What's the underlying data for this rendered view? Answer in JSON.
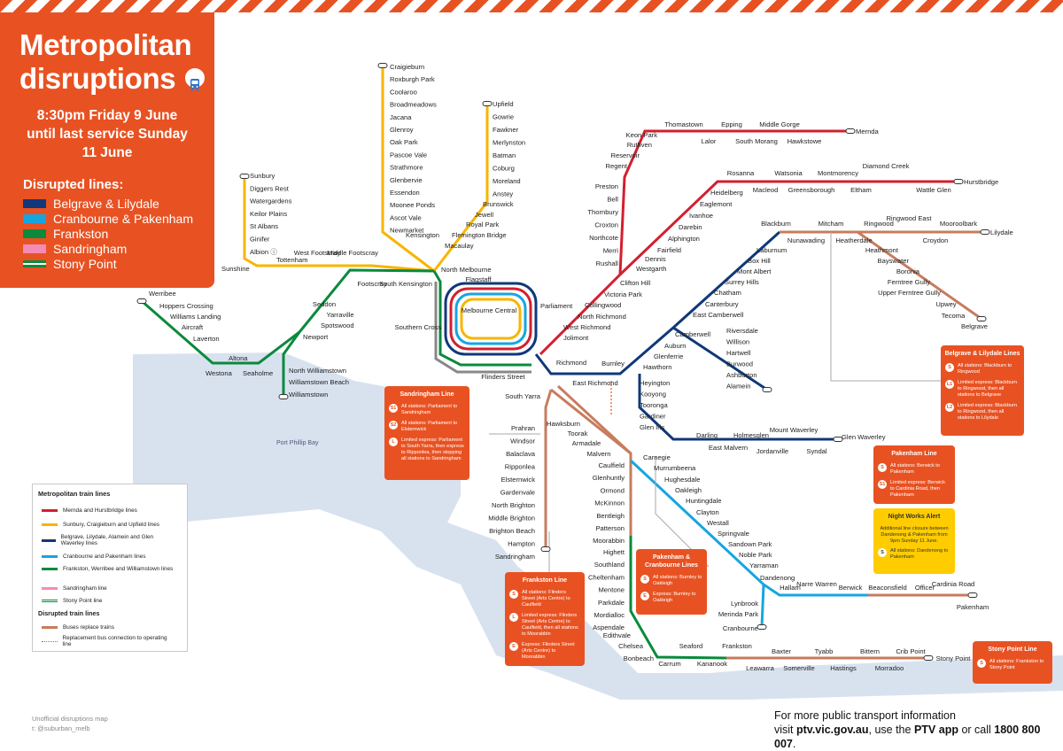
{
  "title": {
    "line1": "Metropolitan",
    "line2": "disruptions",
    "icon": "train-icon"
  },
  "schedule": {
    "line1": "8:30pm Friday 9 June",
    "line2": "until last service Sunday",
    "line3": "11 June"
  },
  "disrupted_lines": {
    "heading": "Disrupted lines:",
    "items": [
      {
        "label": "Belgrave & Lilydale",
        "color": "#10387a"
      },
      {
        "label": "Cranbourne & Pakenham",
        "color": "#17a5e0"
      },
      {
        "label": "Frankston",
        "color": "#0a8a3c"
      },
      {
        "label": "Sandringham",
        "color": "#f48bb6"
      },
      {
        "label": "Stony Point",
        "color": "#0a8a3c"
      }
    ]
  },
  "line_colors": {
    "mernda": "#d31f2f",
    "craigieburn": "#f7b500",
    "belgrave": "#10387a",
    "cranbourne": "#17a5e0",
    "frankston": "#0a8a3c",
    "sandringham": "#f48bb6",
    "bus": "#c77c5d",
    "brand": "#e85222",
    "water": "#d8e2ef"
  },
  "bay_label": "Port Phillip Bay",
  "stations": {
    "craigieburn": [
      "Craigieburn",
      "Roxburgh Park",
      "Coolaroo",
      "Broadmeadows",
      "Jacana",
      "Glenroy",
      "Oak Park",
      "Pascoe Vale",
      "Strathmore",
      "Glenbervie",
      "Essendon",
      "Moonee Ponds",
      "Ascot Vale",
      "Newmarket",
      "Kensington"
    ],
    "upfield": [
      "Upfield",
      "Gowrie",
      "Fawkner",
      "Merlynston",
      "Batman",
      "Coburg",
      "Moreland",
      "Anstey",
      "Brunswick",
      "Jewell",
      "Royal Park",
      "Flemington Bridge",
      "Macaulay"
    ],
    "sunbury": [
      "Sunbury",
      "Diggers Rest",
      "Watergardens",
      "Keilor Plains",
      "St Albans",
      "Ginifer",
      "Albion ⓘ",
      "Sunshine",
      "Tottenham",
      "West Footscray",
      "Middle Footscray",
      "Footscray",
      "South Kensington",
      "North Melbourne"
    ],
    "werribee": [
      "Werribee",
      "Hoppers Crossing",
      "Williams Landing",
      "Aircraft",
      "Laverton",
      "Altona",
      "Westona",
      "Seaholme",
      "Seddon",
      "Yarraville",
      "Spotswood",
      "Newport",
      "North Williamstown",
      "Williamstown Beach",
      "Williamstown"
    ],
    "city": [
      "Flagstaff",
      "Melbourne Central",
      "Parliament",
      "Southern Cross",
      "Flinders Street",
      "Richmond",
      "Jolimont",
      "West Richmond",
      "North Richmond",
      "Collingwood",
      "Victoria Park",
      "Clifton Hill"
    ],
    "mernda": [
      "Mernda",
      "Hawkstowe",
      "Middle Gorge",
      "South Morang",
      "Epping",
      "Lalor",
      "Thomastown",
      "Keon Park",
      "Ruthven",
      "Reservoir",
      "Regent",
      "Preston",
      "Bell",
      "Thornbury",
      "Croxton",
      "Northcote",
      "Merri",
      "Rushall"
    ],
    "hurstbridge": [
      "Hurstbridge",
      "Wattle Glen",
      "Diamond Creek",
      "Eltham",
      "Montmorency",
      "Greensborough",
      "Watsonia",
      "Macleod",
      "Rosanna",
      "Heidelberg",
      "Eaglemont",
      "Ivanhoe",
      "Darebin",
      "Alphington",
      "Fairfield",
      "Dennis",
      "Westgarth"
    ],
    "lilydale": [
      "Lilydale",
      "Mooroolbark",
      "Croydon",
      "Ringwood East",
      "Ringwood",
      "Heatherdale",
      "Mitcham",
      "Nunawading",
      "Blackburn",
      "Laburnum",
      "Box Hill",
      "Mont Albert",
      "Surrey Hills",
      "Chatham",
      "Canterbury",
      "East Camberwell",
      "Camberwell",
      "Auburn",
      "Glenferrie",
      "Hawthorn",
      "Burnley",
      "East Richmond"
    ],
    "belgrave": [
      "Belgrave",
      "Tecoma",
      "Upwey",
      "Upper Ferntree Gully",
      "Ferntree Gully",
      "Boronia",
      "Bayswater",
      "Heathmont"
    ],
    "alamein": [
      "Riversdale",
      "Willison",
      "Hartwell",
      "Burwood",
      "Ashburton",
      "Alamein"
    ],
    "glen_waverley": [
      "Heyington",
      "Kooyong",
      "Tooronga",
      "Gardiner",
      "Glen Iris",
      "Darling",
      "East Malvern",
      "Holmesglen",
      "Jordanville",
      "Mount Waverley",
      "Syndal",
      "Glen Waverley"
    ],
    "sandringham": [
      "South Yarra",
      "Prahran",
      "Windsor",
      "Balaclava",
      "Ripponlea",
      "Elsternwick",
      "Gardenvale",
      "North Brighton",
      "Middle Brighton",
      "Brighton Beach",
      "Hampton",
      "Sandringham"
    ],
    "frankston": [
      "Hawksburn",
      "Toorak",
      "Armadale",
      "Malvern",
      "Caulfield",
      "Glenhuntly",
      "Ormond",
      "McKinnon",
      "Bentleigh",
      "Patterson",
      "Moorabbin",
      "Highett",
      "Southland",
      "Cheltenham",
      "Mentone",
      "Parkdale",
      "Mordialloc",
      "Aspendale",
      "Edithvale",
      "Chelsea",
      "Bonbeach",
      "Carrum",
      "Seaford",
      "Kananook",
      "Frankston"
    ],
    "pakenham": [
      "Carnegie",
      "Murrumbeena",
      "Hughesdale",
      "Oakleigh",
      "Huntingdale",
      "Clayton",
      "Westall",
      "Springvale",
      "Sandown Park",
      "Noble Park",
      "Yarraman",
      "Dandenong",
      "Hallam",
      "Narre Warren",
      "Berwick",
      "Beaconsfield",
      "Officer",
      "Cardinia Road",
      "Pakenham",
      "Lynbrook",
      "Merinda Park",
      "Cranbourne"
    ],
    "stony_point": [
      "Leawarra",
      "Baxter",
      "Somerville",
      "Tyabb",
      "Hastings",
      "Bittern",
      "Morradoo",
      "Crib Point",
      "Stony Point"
    ]
  },
  "legend": {
    "heading": "Metropolitan train lines",
    "items": [
      {
        "label": "Mernda and Hurstbridge lines",
        "color": "#d31f2f"
      },
      {
        "label": "Sunbury, Craigieburn and Upfield lines",
        "color": "#f7b500"
      },
      {
        "label": "Belgrave, Lilydale, Alamein and Glen Waverley lines",
        "color": "#10387a"
      },
      {
        "label": "Cranbourne and Pakenham lines",
        "color": "#17a5e0"
      },
      {
        "label": "Frankston, Werribee and Williamstown lines",
        "color": "#0a8a3c"
      },
      {
        "label": "Sandringham line",
        "color": "#f48bb6"
      },
      {
        "label": "Stony Point line",
        "color": "#0a8a3c"
      }
    ],
    "disrupted_heading": "Disrupted train lines",
    "disrupted": [
      {
        "label": "Buses replace trains",
        "color": "#c77c5d"
      },
      {
        "label": "Replacement bus connection to operating line",
        "color": "#e85222"
      }
    ]
  },
  "cards": {
    "belgrave": {
      "title": "Belgrave & Lilydale Lines",
      "items": [
        {
          "badge": "S",
          "text": "All stations: Blackburn to Ringwood"
        },
        {
          "badge": "L1",
          "text": "Limited express: Blackburn to Ringwood, then all stations to Belgrave"
        },
        {
          "badge": "L2",
          "text": "Limited express: Blackburn to Ringwood, then all stations to Lilydale"
        }
      ]
    },
    "sandringham": {
      "title": "Sandringham Line",
      "items": [
        {
          "badge": "S1",
          "text": "All stations: Parliament to Sandringham"
        },
        {
          "badge": "S2",
          "text": "All stations: Parliament to Elsternwick"
        },
        {
          "badge": "L",
          "text": "Limited express: Parliament to South Yarra, then express to Ripponlea, then stopping all stations to Sandringham"
        }
      ]
    },
    "pakenham": {
      "title": "Pakenham Line",
      "items": [
        {
          "badge": "S",
          "text": "All stations: Berwick to Pakenham"
        },
        {
          "badge": "S1",
          "text": "Limited express: Berwick to Cardinia Road, then Pakenham"
        }
      ]
    },
    "night": {
      "title": "Night Works Alert",
      "body": "Additional line closure between Dandenong & Pakenham from 9pm Sunday 11 June.",
      "items": [
        {
          "badge": "S",
          "text": "All stations: Dandenong to Pakenham"
        }
      ]
    },
    "pakcran": {
      "title": "Pakenham & Cranbourne Lines",
      "items": [
        {
          "badge": "S",
          "text": "All stations: Burnley to Oakleigh"
        },
        {
          "badge": "E",
          "text": "Express: Burnley to Oakleigh"
        }
      ]
    },
    "frankston": {
      "title": "Frankston Line",
      "items": [
        {
          "badge": "S",
          "text": "All stations: Flinders Street (Arts Centre) to Caulfield"
        },
        {
          "badge": "L",
          "text": "Limited express: Flinders Street (Arts Centre) to Caulfield, then all stations to Moorabbin"
        },
        {
          "badge": "E",
          "text": "Express: Flinders Street (Arts Centre) to Moorabbin"
        }
      ]
    },
    "stony": {
      "title": "Stony Point Line",
      "items": [
        {
          "badge": "S",
          "text": "All stations: Frankston to Stony Point"
        }
      ]
    }
  },
  "footer": {
    "credit1": "Unofficial disruptions map",
    "credit2": "t: @suburban_melb",
    "info1": "For more public transport information",
    "info2_pre": "visit ",
    "info2_site": "ptv.vic.gov.au",
    "info2_mid": ", use the ",
    "info2_app": "PTV app",
    "info2_or": " or call ",
    "info2_phone": "1800 800 007",
    "info2_end": "."
  }
}
